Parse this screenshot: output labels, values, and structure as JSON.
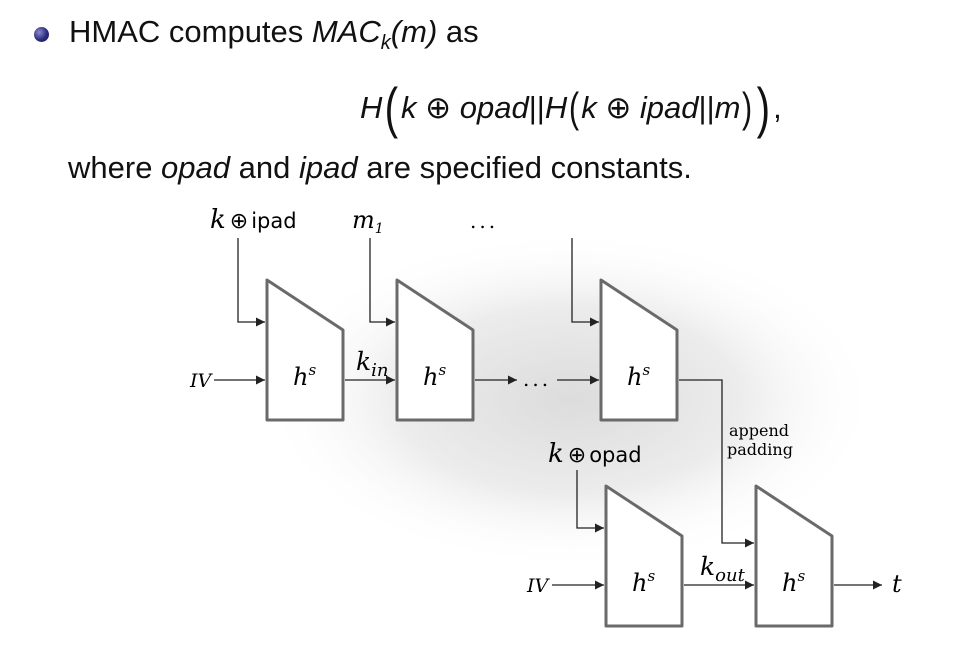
{
  "slide": {
    "bullet": {
      "prefix": "HMAC computes ",
      "mac": "MAC",
      "mac_sub": "k",
      "mac_arg": "(m)",
      "suffix": " as"
    },
    "formula": {
      "H1": "H",
      "k1": "k",
      "xor1": " ⊕ ",
      "opad": "opad",
      "concat1": "||",
      "H2": "H",
      "k2": "k",
      "xor2": " ⊕ ",
      "ipad": "ipad",
      "concat2": "||",
      "m": "m",
      "trail": ","
    },
    "where": {
      "pre": "where ",
      "opad": "opad",
      "mid": " and ",
      "ipad": "ipad",
      "post": " are specified constants."
    }
  },
  "diagram": {
    "inputs": {
      "k_ipad_k": "k",
      "k_ipad_op": "⊕",
      "k_ipad_word": "ipad",
      "m1": "m",
      "m1_sub": "1",
      "top_dots": "...",
      "k_opad_k": "k",
      "k_opad_op": "⊕",
      "k_opad_word": "opad"
    },
    "iv_label": "IV",
    "iv2_label": "IV",
    "block_label": "h",
    "block_sup": "s",
    "k_in": "k",
    "k_in_sub": "in",
    "mid_dots": "...",
    "append_1": "append",
    "append_2": "padding",
    "k_out": "k",
    "k_out_sub": "out",
    "output": "t"
  }
}
